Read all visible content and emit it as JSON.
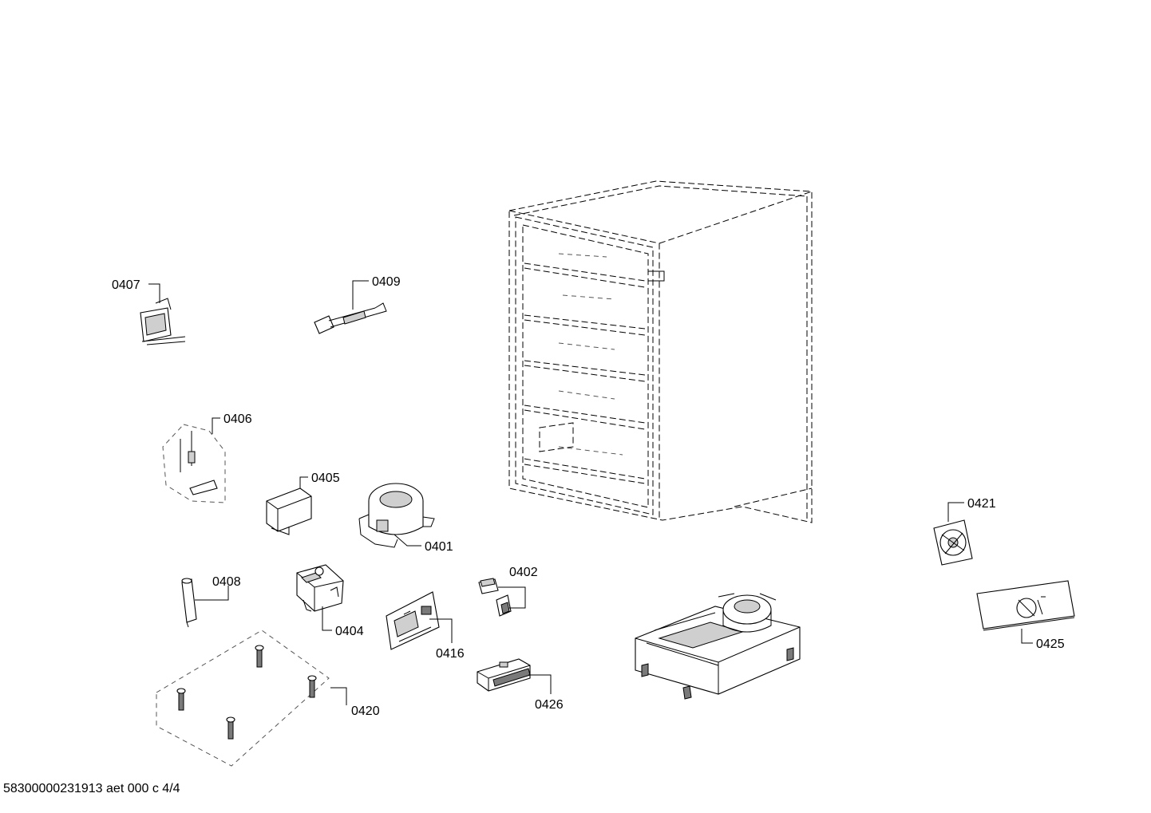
{
  "labels": {
    "p0407": "0407",
    "p0409": "0409",
    "p0406": "0406",
    "p0405": "0405",
    "p0401": "0401",
    "p0408": "0408",
    "p0404": "0404",
    "p0416": "0416",
    "p0402": "0402",
    "p0420": "0420",
    "p0426": "0426",
    "p0421": "0421",
    "p0425": "0425"
  },
  "footer": {
    "document_code": "58300000231913 aet 000 c 4/4"
  }
}
